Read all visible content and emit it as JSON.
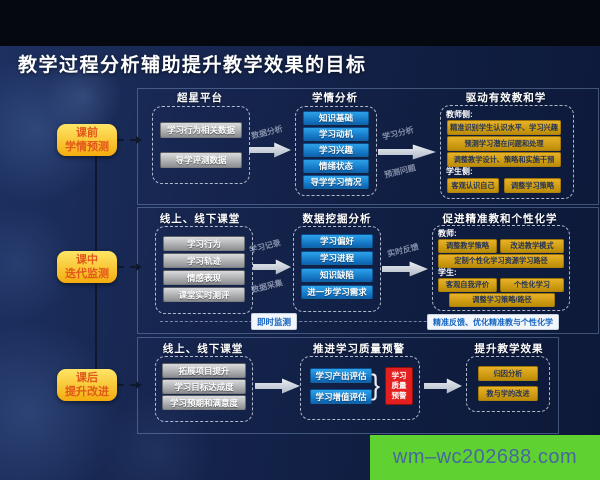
{
  "title": "教学过程分析辅助提升教学效果的目标",
  "badges": [
    {
      "line1": "课前",
      "line2": "学情预测"
    },
    {
      "line1": "课中",
      "line2": "迭代监测"
    },
    {
      "line1": "课后",
      "line2": "提升改进"
    }
  ],
  "row1": {
    "s1": {
      "header": "超星平台",
      "boxes": [
        "学习行为相关数据",
        "导学评测数据"
      ]
    },
    "arrow1": {
      "label": "数据分析"
    },
    "s2": {
      "header": "学情分析",
      "boxes": [
        "知识基础",
        "学习动机",
        "学习兴趣",
        "情绪状态",
        "导学学习情况"
      ]
    },
    "arrow2": {
      "label_top": "学习分析",
      "label_bottom": "预测问题"
    },
    "s3": {
      "header": "驱动有效教和学",
      "teacher_label": "教师侧:",
      "teacher_boxes": [
        "精准识别学生认识水平、学习兴趣",
        "预测学习潜在问题和处理",
        "调整教学设计、策略和实施干预"
      ],
      "student_label": "学生侧:",
      "student_boxes": [
        "客观认识自己",
        "调整学习策略"
      ]
    }
  },
  "row2": {
    "s1": {
      "header": "线上、线下课堂",
      "boxes": [
        "学习行为",
        "学习轨迹",
        "情感表现",
        "课堂实时测评"
      ]
    },
    "arrow1": {
      "label_top": "学习记录",
      "label_bottom": "数据采集"
    },
    "s2": {
      "header": "数据挖掘分析",
      "boxes": [
        "学习偏好",
        "学习进程",
        "知识缺陷",
        "进一步学习需求"
      ]
    },
    "arrow2": {
      "label_top": "实时反馈"
    },
    "s3": {
      "header": "促进精准教和个性化学",
      "teacher_label": "教师:",
      "teacher_boxes_row": [
        "调整教学策略",
        "改进教学模式"
      ],
      "teacher_box_wide": "定制个性化学习资源学习路径",
      "student_label": "学生:",
      "student_boxes_row": [
        "客观自我评价",
        "个性化学习"
      ],
      "student_box_wide": "调整学习策略/路径"
    },
    "tag_left": "即时监测",
    "tag_right": "精准反馈、优化精准教与个性化学"
  },
  "row3": {
    "s1": {
      "header": "线上、线下课堂",
      "boxes": [
        "拓展项目提升",
        "学习目标达成度",
        "学习预期和满意度"
      ]
    },
    "s2": {
      "header": "推进学习质量预警",
      "boxes": [
        "学习产出评估",
        "学习增值评估"
      ],
      "brace": "}",
      "warning_box": "学习质量预警"
    },
    "s3": {
      "header": "提升教学效果",
      "boxes": [
        "归因分析",
        "教与学的改进"
      ]
    }
  },
  "watermark": {
    "text": "wm–wc202688.com"
  }
}
